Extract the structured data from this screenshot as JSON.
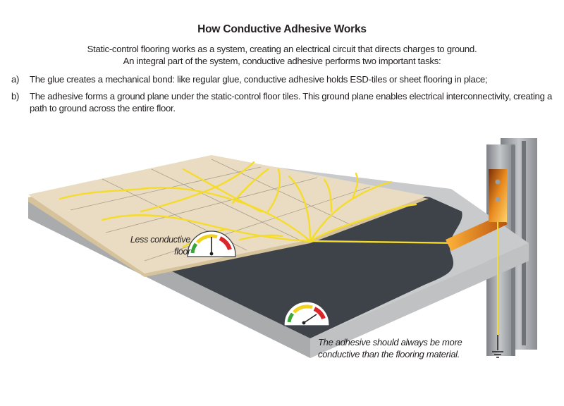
{
  "header": {
    "title": "How Conductive Adhesive Works",
    "intro_line1": "Static-control flooring works as a system, creating an electrical circuit that directs charges to ground.",
    "intro_line2": "An integral part of the system, conductive adhesive performs two important tasks:"
  },
  "tasks": [
    {
      "marker": "a)",
      "text": "The glue creates a mechanical bond: like regular glue, conductive adhesive holds ESD-tiles or sheet flooring in place;"
    },
    {
      "marker": "b)",
      "text": "The adhesive forms a ground plane under the static-control floor tiles. This ground plane enables electrical interconnectivity, creating a path to ground across the entire floor."
    }
  ],
  "diagram": {
    "callouts": {
      "floor_line1": "Less conductive",
      "floor_line2": "floor",
      "adhesive_line1": "The adhesive should always be more",
      "adhesive_line2": "conductive than the flooring material."
    },
    "colors": {
      "tile": "#e9dcc2",
      "tile_edge": "#d6c39c",
      "adhesive": "#3d4349",
      "slab_top": "#c9cacc",
      "slab_side": "#a9abad",
      "charge": "#f5dc2a",
      "copper": "#e07b1a",
      "column": "#9b9ea2",
      "gauge_green": "#3aa63a",
      "gauge_yellow": "#f2d21c",
      "gauge_red": "#d9262a"
    },
    "gauges": [
      {
        "label": "floor-gauge",
        "reading": "mid"
      },
      {
        "label": "adhesive-gauge",
        "reading": "high"
      }
    ]
  }
}
